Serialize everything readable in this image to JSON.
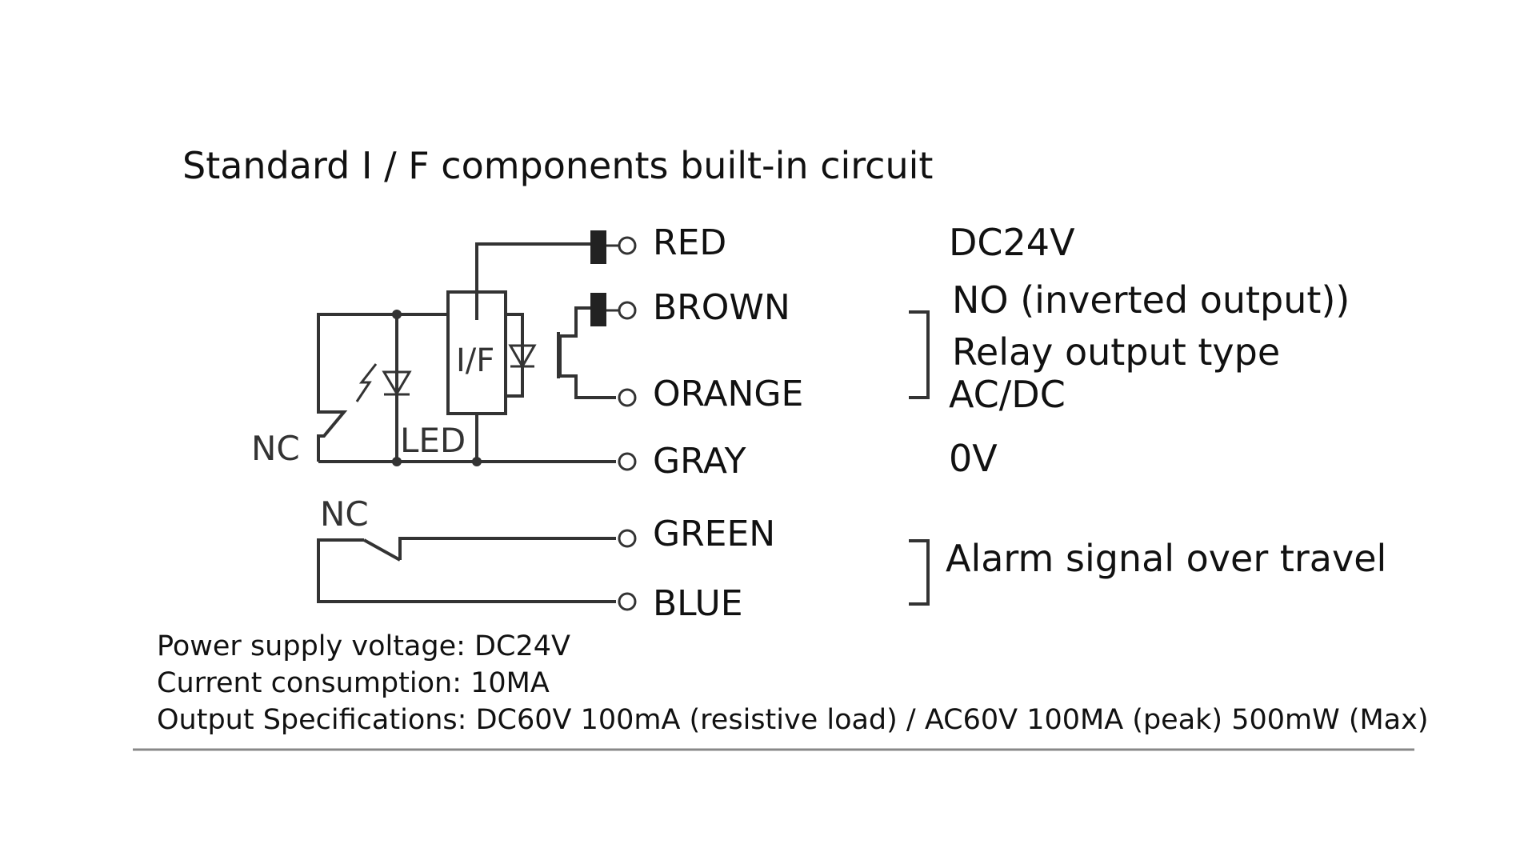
{
  "title": "Standard I / F components built-in circuit",
  "wires": [
    {
      "label": "RED"
    },
    {
      "label": "BROWN"
    },
    {
      "label": "ORANGE"
    },
    {
      "label": "GRAY"
    },
    {
      "label": "GREEN"
    },
    {
      "label": "BLUE"
    }
  ],
  "descriptions": {
    "red": "DC24V",
    "relay_line1": "NO (inverted output))",
    "relay_line2": "Relay output type",
    "relay_line3": "AC/DC",
    "gray": "0V",
    "alarm": "Alarm signal over travel"
  },
  "component_labels": {
    "interface": "I/F",
    "led": "LED",
    "nc_upper": "NC",
    "nc_lower": "NC"
  },
  "specs": [
    "Power supply voltage: DC24V",
    "Current consumption: 10MA",
    "Output Specifications: DC60V 100mA (resistive load) / AC60V 100MA (peak) 500mW (Max)"
  ]
}
